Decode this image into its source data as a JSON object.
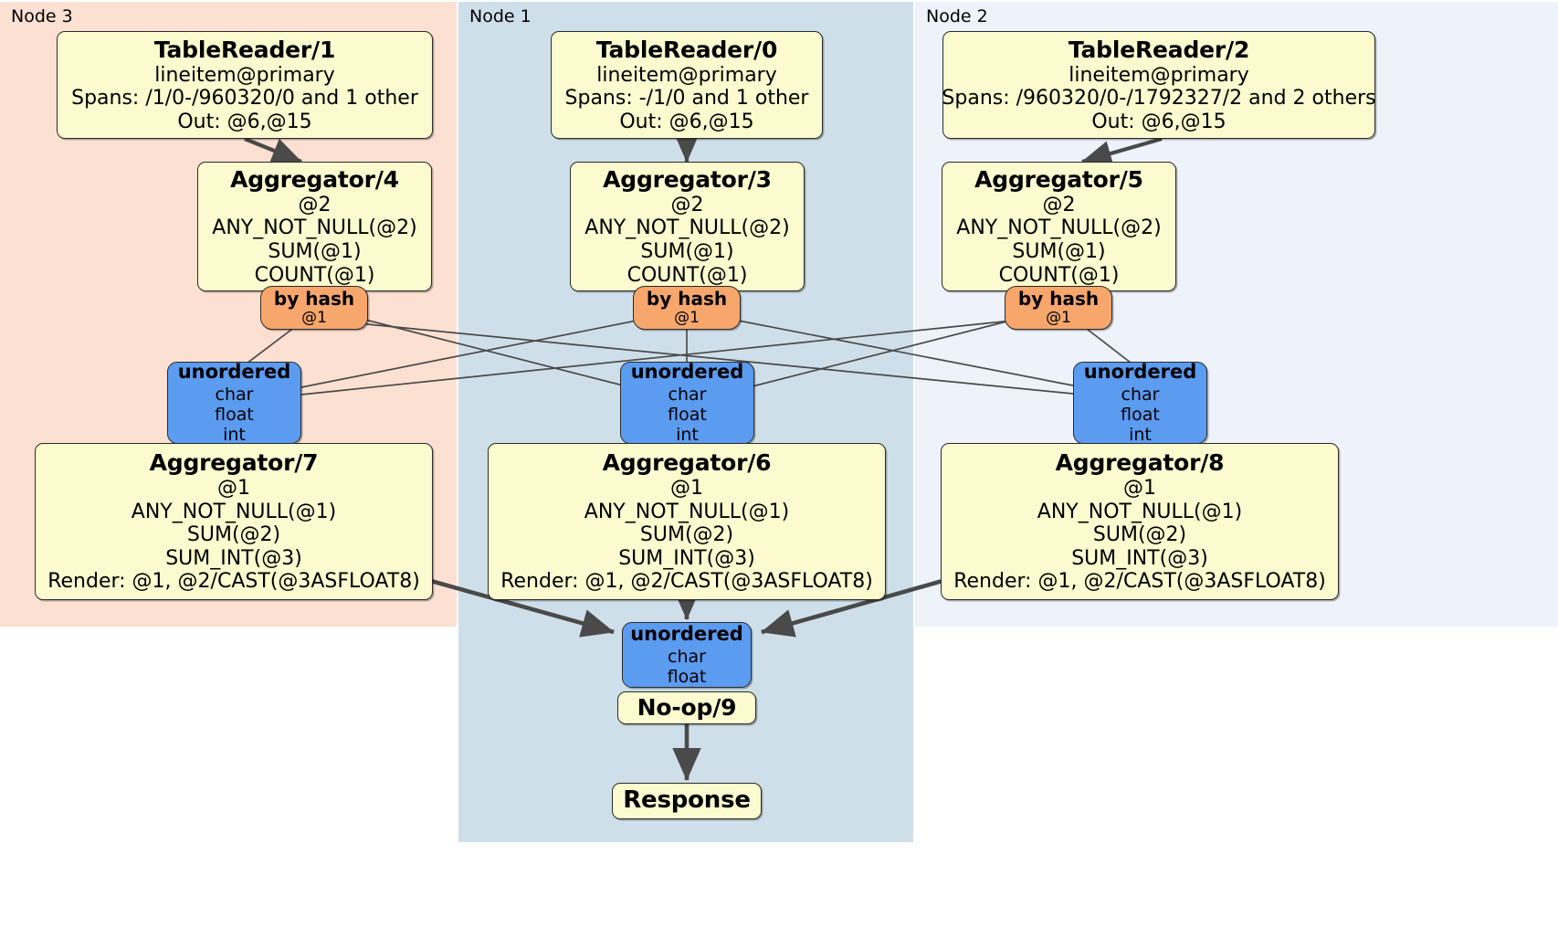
{
  "diagram": {
    "title": "Distributed query plan",
    "colors": {
      "node3_bg": "#fce0d2",
      "node1_bg": "#cfdfe9",
      "node2_bg": "#edf2fb",
      "processor_bg": "#fbfbcf",
      "router_bg": "#f7a66c",
      "receiver_bg": "#5b9bf0",
      "edge": "#4a4a4a",
      "border": "#2b2b2b"
    }
  },
  "nodes": [
    {
      "id": "node3",
      "label": "Node 3"
    },
    {
      "id": "node1",
      "label": "Node 1"
    },
    {
      "id": "node2",
      "label": "Node 2"
    }
  ],
  "processors": {
    "tablereader_1": {
      "title": "TableReader/1",
      "lines": [
        "lineitem@primary",
        "Spans: /1/0-/960320/0 and 1 other",
        "Out: @6,@15"
      ]
    },
    "tablereader_0": {
      "title": "TableReader/0",
      "lines": [
        "lineitem@primary",
        "Spans: -/1/0 and 1 other",
        "Out: @6,@15"
      ]
    },
    "tablereader_2": {
      "title": "TableReader/2",
      "lines": [
        "lineitem@primary",
        "Spans: /960320/0-/1792327/2 and 2 others",
        "Out: @6,@15"
      ]
    },
    "aggregator_4": {
      "title": "Aggregator/4",
      "lines": [
        "@2",
        "ANY_NOT_NULL(@2)",
        "SUM(@1)",
        "COUNT(@1)"
      ]
    },
    "aggregator_3": {
      "title": "Aggregator/3",
      "lines": [
        "@2",
        "ANY_NOT_NULL(@2)",
        "SUM(@1)",
        "COUNT(@1)"
      ]
    },
    "aggregator_5": {
      "title": "Aggregator/5",
      "lines": [
        "@2",
        "ANY_NOT_NULL(@2)",
        "SUM(@1)",
        "COUNT(@1)"
      ]
    },
    "aggregator_7": {
      "title": "Aggregator/7",
      "lines": [
        "@1",
        "ANY_NOT_NULL(@1)",
        "SUM(@2)",
        "SUM_INT(@3)",
        "Render: @1, @2/CAST(@3ASFLOAT8)"
      ]
    },
    "aggregator_6": {
      "title": "Aggregator/6",
      "lines": [
        "@1",
        "ANY_NOT_NULL(@1)",
        "SUM(@2)",
        "SUM_INT(@3)",
        "Render: @1, @2/CAST(@3ASFLOAT8)"
      ]
    },
    "aggregator_8": {
      "title": "Aggregator/8",
      "lines": [
        "@1",
        "ANY_NOT_NULL(@1)",
        "SUM(@2)",
        "SUM_INT(@3)",
        "Render: @1, @2/CAST(@3ASFLOAT8)"
      ]
    },
    "noop_9": {
      "title": "No-op/9",
      "lines": []
    },
    "response": {
      "title": "Response",
      "lines": []
    }
  },
  "routers": {
    "byhash_left": {
      "title": "by hash",
      "lines": [
        "@1"
      ]
    },
    "byhash_middle": {
      "title": "by hash",
      "lines": [
        "@1"
      ]
    },
    "byhash_right": {
      "title": "by hash",
      "lines": [
        "@1"
      ]
    }
  },
  "receivers": {
    "unordered_left": {
      "title": "unordered",
      "lines": [
        "char",
        "float",
        "int"
      ]
    },
    "unordered_middle": {
      "title": "unordered",
      "lines": [
        "char",
        "float",
        "int"
      ]
    },
    "unordered_right": {
      "title": "unordered",
      "lines": [
        "char",
        "float",
        "int"
      ]
    },
    "unordered_final": {
      "title": "unordered",
      "lines": [
        "char",
        "float"
      ]
    }
  }
}
